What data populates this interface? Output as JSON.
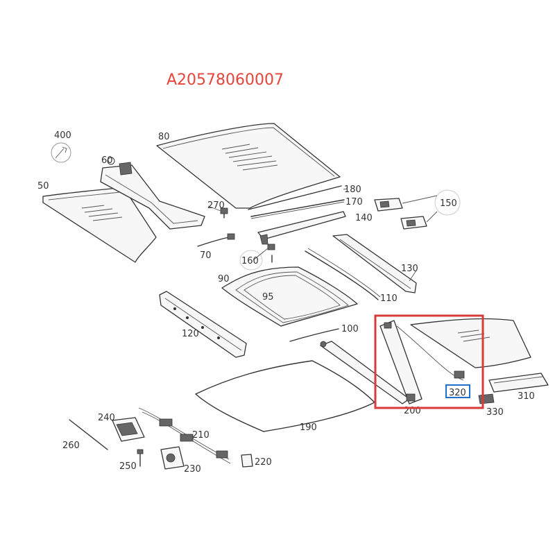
{
  "part_number": "A20578060007",
  "colors": {
    "part_number": "#e8453a",
    "highlight_red": "#d93a3a",
    "highlight_blue": "#1e6fd0"
  },
  "callouts": {
    "p400": "400",
    "p50": "50",
    "p60": "60",
    "p80": "80",
    "p270": "270",
    "p70": "70",
    "p180": "180",
    "p170": "170",
    "p140": "140",
    "p150": "150",
    "p160": "160",
    "p130": "130",
    "p90": "90",
    "p95": "95",
    "p110": "110",
    "p120": "120",
    "p100": "100",
    "p200": "200",
    "p320": "320",
    "p310": "310",
    "p330": "330",
    "p190": "190",
    "p240": "240",
    "p260": "260",
    "p210": "210",
    "p250": "250",
    "p230": "230",
    "p220": "220"
  },
  "highlighted_part": "320"
}
